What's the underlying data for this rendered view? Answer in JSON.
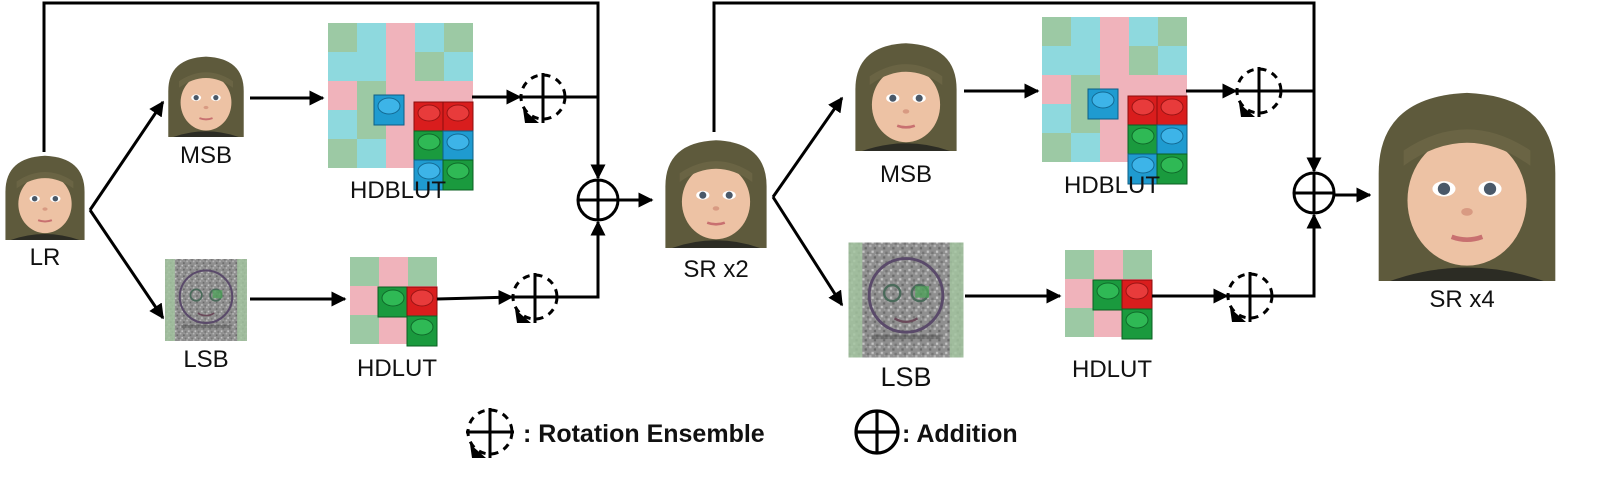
{
  "labels": {
    "lr": "LR",
    "msb1": "MSB",
    "lsb1": "LSB",
    "hdblut1": "HDBLUT",
    "hdlut1": "HDLUT",
    "sr2": "SR x2",
    "msb2": "MSB",
    "lsb2": "LSB",
    "hdblut2": "HDBLUT",
    "hdlut2": "HDLUT",
    "sr4": "SR x4"
  },
  "legend": {
    "rotation": ": Rotation Ensemble",
    "addition": ": Addition"
  },
  "colors": {
    "green": "#9cc9a4",
    "cyan": "#8ed9de",
    "pink": "#f0b3bb",
    "brick_red": "#d91d1d",
    "brick_green": "#1a9a3e",
    "brick_blue": "#1f9bd0"
  }
}
